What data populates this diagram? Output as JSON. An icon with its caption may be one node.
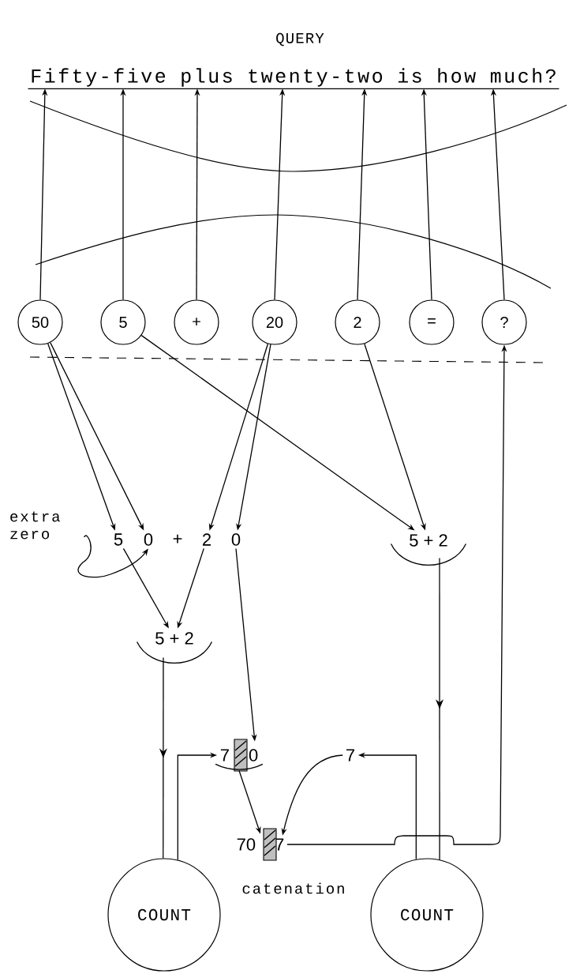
{
  "diagram": {
    "title": "QUERY",
    "nodes": [
      {
        "text": [
          "Fifty-five plus twenty-two is how much?"
        ]
      },
      {
        "text": [
          "50"
        ]
      },
      {
        "text": [
          "5"
        ]
      },
      {
        "text": [
          "+"
        ]
      },
      {
        "text": [
          "20"
        ]
      },
      {
        "text": [
          "2"
        ]
      },
      {
        "text": [
          "="
        ]
      },
      {
        "text": [
          "?"
        ]
      },
      {
        "text": [
          "5"
        ]
      },
      {
        "text": [
          "0"
        ]
      },
      {
        "text": [
          "2"
        ]
      },
      {
        "text": [
          "0"
        ]
      },
      {
        "text": [
          "extra zero"
        ]
      },
      {
        "text": [
          "5 + 2"
        ]
      },
      {
        "text": [
          "5 + 2"
        ]
      },
      {
        "text": [
          "7",
          "0"
        ]
      },
      {
        "text": [
          "70",
          "7"
        ],
        "beside": [
          "catenation"
        ]
      },
      {
        "text": [
          "7"
        ]
      },
      {
        "text": [
          "COUNT"
        ]
      },
      {
        "text": [
          "COUNT"
        ]
      }
    ],
    "edges": [
      {
        "from": 1,
        "to": 0,
        "arrow": "to"
      },
      {
        "from": 2,
        "to": 0,
        "arrow": "to"
      },
      {
        "from": 3,
        "to": 0,
        "arrow": "to"
      },
      {
        "from": 4,
        "to": 0,
        "arrow": "to"
      },
      {
        "from": 5,
        "to": 0,
        "arrow": "to"
      },
      {
        "from": 6,
        "to": 0,
        "arrow": "to"
      },
      {
        "from": 7,
        "to": 0,
        "arrow": "to"
      },
      {
        "from": 1,
        "to": 8,
        "arrow": "to"
      },
      {
        "from": 1,
        "to": 9,
        "arrow": "to"
      },
      {
        "from": 4,
        "to": 10,
        "arrow": "to"
      },
      {
        "from": 4,
        "to": 11,
        "arrow": "to"
      },
      {
        "from": 2,
        "to": 13,
        "arrow": "to"
      },
      {
        "from": 5,
        "to": 13,
        "arrow": "to"
      },
      {
        "from": 12,
        "to": 9,
        "arrow": "to"
      },
      {
        "from": 8,
        "to": 14,
        "arrow": "to"
      },
      {
        "from": 10,
        "to": 14,
        "arrow": "to"
      },
      {
        "from": 11,
        "to": 15,
        "arrow": "to"
      },
      {
        "from": 14,
        "to": 18,
        "arrow": "to"
      },
      {
        "from": 18,
        "to": 15,
        "arrow": "to"
      },
      {
        "from": 15,
        "to": 16,
        "arrow": "to"
      },
      {
        "from": 17,
        "to": 16,
        "arrow": "to"
      },
      {
        "from": 13,
        "to": 19,
        "arrow": "to"
      },
      {
        "from": 19,
        "to": 17,
        "arrow": "to"
      },
      {
        "from": 16,
        "to": 7,
        "arrow": "to"
      }
    ],
    "labels": [
      "+"
    ]
  }
}
